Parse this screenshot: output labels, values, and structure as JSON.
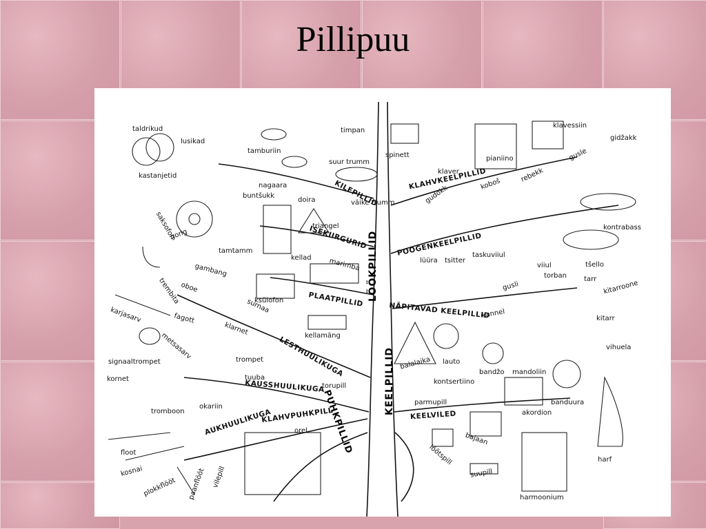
{
  "title": "Pillipuu",
  "groups": {
    "lookpillid": "LÖÖKPILLID",
    "keelpillid": "KEELPILLID",
    "puhkpillid": "PUHKPILLID"
  },
  "categories": {
    "kilepillid": "KILEPILLID",
    "isekiirgurid": "ISEKIIRGURID",
    "plaatpillid": "PLAATPILLID",
    "lesthuulikuga": "LESTHUULIKUGA",
    "kausshuulikuga": "KAUSSHUULIKUGA",
    "aukhuulikuga": "AUKHUULIKUGA",
    "klahvpuhkpill": "KLAHVPUHKPILL",
    "klahvkeelpillid": "KLAHVKEELPILLID",
    "poogenkeelpillid": "POOGENKEELPILLID",
    "napitavad_keelpillid": "NÄPITAVAD KEELPILLID",
    "keelviled": "KEELVILED"
  },
  "instruments": {
    "taldrikud": "taldrikud",
    "lusikad": "lusikad",
    "kastanjetid": "kastanjetid",
    "tamburiin": "tamburiin",
    "timpan": "timpan",
    "suur_trumm": "suur trumm",
    "nagaara": "nagaara",
    "buntsukk": "buntšukk",
    "doira": "doira",
    "vaike_trumm": "väike trumm",
    "saksofon": "saksofon",
    "gong": "gong",
    "triangel": "triangel",
    "tamtamm": "tamtamm",
    "kellad": "kellad",
    "gambang": "gambang",
    "marimba": "marimba",
    "oboe": "oboe",
    "trembita": "trembita",
    "ksulofon": "ksülofon",
    "karjasarv": "karjasarv",
    "fagott": "fagott",
    "surnaa": "surnaa",
    "kellamang": "kellamäng",
    "klarnet": "klarnet",
    "metsasarv": "metsasarv",
    "signaaltrompet": "signaaltrompet",
    "trompet": "trompet",
    "kornet": "kornet",
    "tuuba": "tuuba",
    "torupill": "torupill",
    "tromboon": "tromboon",
    "okariin": "okariin",
    "orel": "orel",
    "floot": "floot",
    "kosnai": "kosnai",
    "plokkfloot": "plokkflööt",
    "paanifloot": "paanflööt",
    "vilepill": "vilepill",
    "spinett": "spinett",
    "klaver": "klaver",
    "pianiino": "pianiino",
    "klavessiin": "klavessiin",
    "gidzakk": "gidžakk",
    "gusle": "gusle",
    "gudokk": "gudokk",
    "kobos": "koboš",
    "rebekk": "rebekk",
    "kontrabass": "kontrabass",
    "taskuviiul": "taskuviiul",
    "lyyra": "lüüra",
    "tsitter": "tsitter",
    "viiul": "viiul",
    "tsello": "tšello",
    "torban": "torban",
    "tarr": "tarr",
    "gusli": "gusli",
    "kitarroone": "kitarroone",
    "kannel": "kannel",
    "kitarr": "kitarr",
    "vihuela": "vihuela",
    "balalaika": "balalaika",
    "lauto": "lauto",
    "bandzo": "bandžo",
    "mandoliin": "mandoliin",
    "kontsertiino": "kontsertiino",
    "banduura": "banduura",
    "parmupill": "parmupill",
    "akordion": "akordion",
    "lootspill": "lõõtspill",
    "bajaan": "bajaan",
    "harf": "harf",
    "suupill": "suupill",
    "harmoonium": "harmoonium"
  }
}
